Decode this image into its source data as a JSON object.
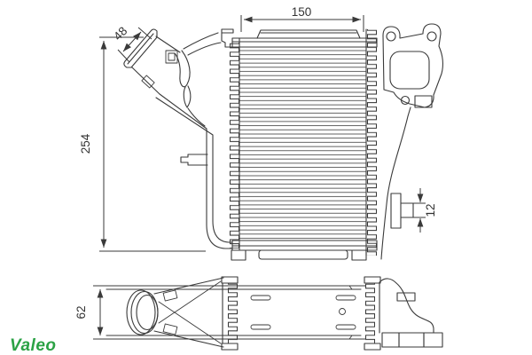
{
  "brand": {
    "logo_text": "Valeo",
    "logo_color": "#2BA245"
  },
  "drawing": {
    "background": "#ffffff",
    "line_color": "#3a3a3a",
    "dim_text_color": "#333333"
  },
  "dims": {
    "core_width": "150",
    "inlet_width": "48",
    "core_height": "254",
    "mount_pin": "12",
    "depth": "62"
  }
}
